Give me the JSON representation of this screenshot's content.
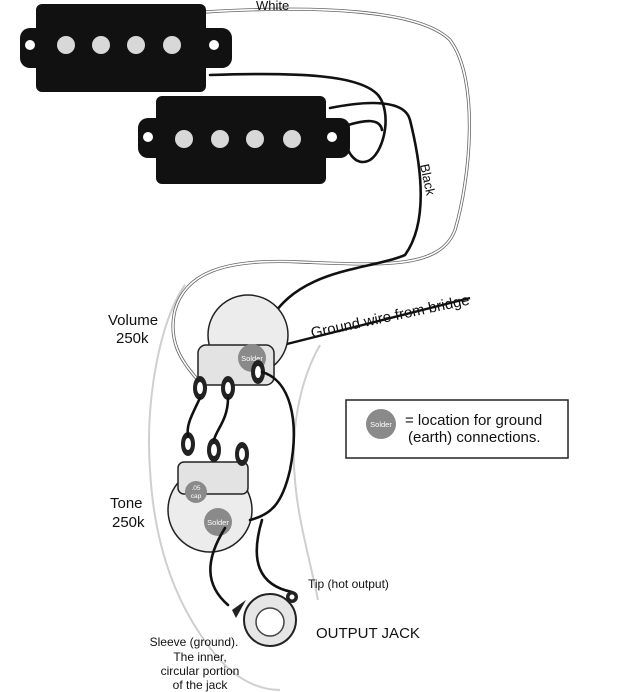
{
  "labels": {
    "white": "White",
    "black": "Black",
    "ground_wire": "Ground wire from bridge",
    "volume": "Volume",
    "volume_value": "250k",
    "tone": "Tone",
    "tone_value": "250k",
    "tip": "Tip (hot output)",
    "output_jack": "OUTPUT JACK",
    "sleeve_line1": "Sleeve (ground).",
    "sleeve_line2": "The inner,",
    "sleeve_line3": "circular portion",
    "sleeve_line4": "of the jack",
    "solder": "Solder",
    "cap_line1": ".05",
    "cap_line2": "cap"
  },
  "legend": {
    "symbol_text": "Solder",
    "line1": "= location for ground",
    "line2": "(earth) connections."
  },
  "colors": {
    "pickup_body": "#111111",
    "pot_body": "#e8e8e8",
    "solder_spot": "#8a8a8a",
    "wire_black": "#111111",
    "wire_white": "#ffffff"
  }
}
